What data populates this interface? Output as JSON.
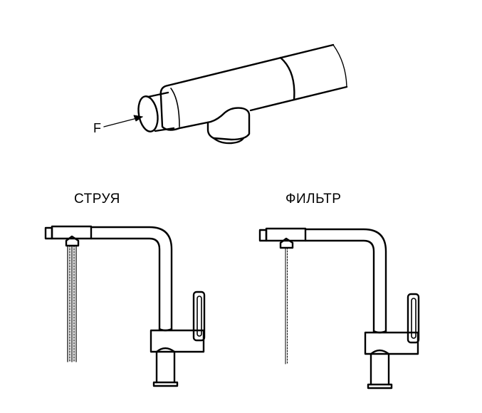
{
  "diagram": {
    "detail_label": "F",
    "modes": [
      {
        "label": "СТРУЯ",
        "stream": "jet"
      },
      {
        "label": "ФИЛЬТР",
        "stream": "filter"
      }
    ],
    "colors": {
      "line": "#000000",
      "background": "#ffffff"
    }
  }
}
